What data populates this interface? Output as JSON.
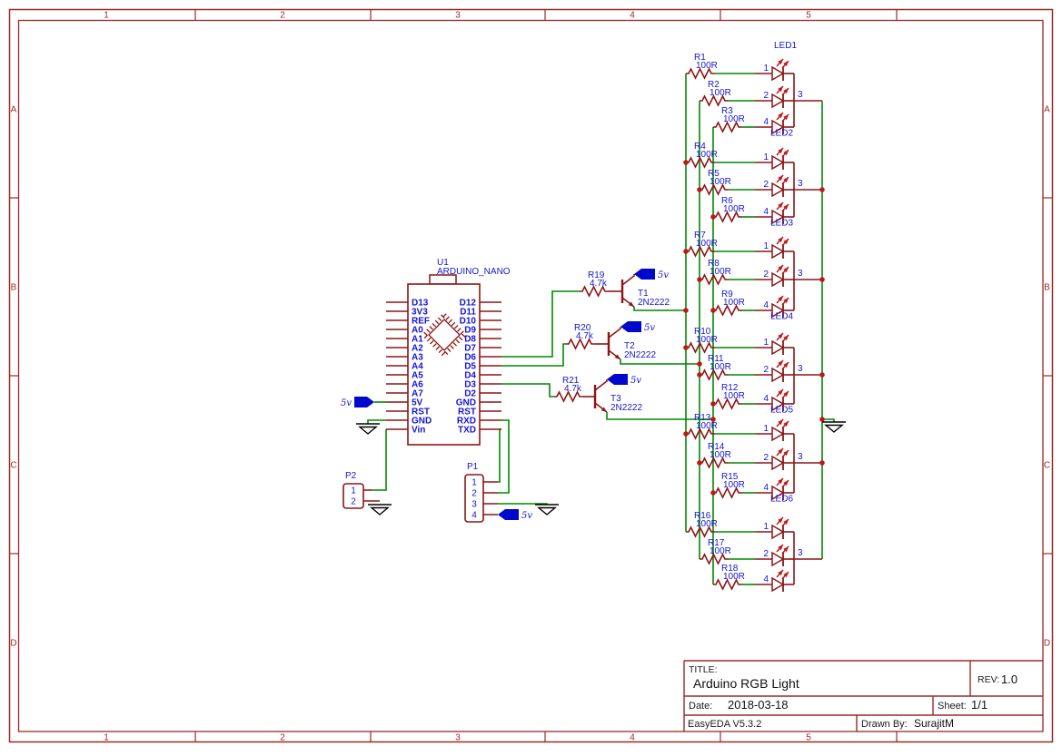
{
  "colors": {
    "wire": "#008800",
    "symbol": "#8b1616",
    "frame": "#9a2a2a",
    "label": "#1414d4",
    "junction": "#c01818",
    "arrow": "#c01818",
    "flag_fill": "#0008cc",
    "ground": "#000000",
    "title_text": "#111111"
  },
  "frame": {
    "columns": [
      "1",
      "2",
      "3",
      "4",
      "5"
    ],
    "rows": [
      "A",
      "B",
      "C",
      "D"
    ]
  },
  "title_block": {
    "title_label": "TITLE:",
    "title": "Arduino RGB Light",
    "rev_label": "REV:",
    "rev": "1.0",
    "date_label": "Date:",
    "date": "2018-03-18",
    "sheet_label": "Sheet:",
    "sheet": "1/1",
    "tool": "EasyEDA V5.3.2",
    "drawn_by_label": "Drawn By:",
    "drawn_by": "SurajitM"
  },
  "mcu": {
    "ref": "U1",
    "value": "ARDUINO_NANO",
    "left_pins": [
      "D13",
      "3V3",
      "REF",
      "A0",
      "A1",
      "A2",
      "A3",
      "A4",
      "A5",
      "A6",
      "A7",
      "5V",
      "RST",
      "GND",
      "Vin"
    ],
    "right_pins": [
      "D12",
      "D11",
      "D10",
      "D9",
      "D8",
      "D7",
      "D6",
      "D5",
      "D4",
      "D3",
      "D2",
      "GND",
      "RST",
      "RXD",
      "TXD"
    ]
  },
  "power_net": "5v",
  "driver_stages": [
    {
      "transistor_ref": "T1",
      "transistor_value": "2N2222",
      "resistor_ref": "R19",
      "resistor_value": "4.7k",
      "net": "5v"
    },
    {
      "transistor_ref": "T2",
      "transistor_value": "2N2222",
      "resistor_ref": "R20",
      "resistor_value": "4.7k",
      "net": "5v"
    },
    {
      "transistor_ref": "T3",
      "transistor_value": "2N2222",
      "resistor_ref": "R21",
      "resistor_value": "4.7k",
      "net": "5v"
    }
  ],
  "led_resistors": [
    {
      "ref": "R1",
      "value": "100R"
    },
    {
      "ref": "R2",
      "value": "100R"
    },
    {
      "ref": "R3",
      "value": "100R"
    },
    {
      "ref": "R4",
      "value": "100R"
    },
    {
      "ref": "R5",
      "value": "100R"
    },
    {
      "ref": "R6",
      "value": "100R"
    },
    {
      "ref": "R7",
      "value": "100R"
    },
    {
      "ref": "R8",
      "value": "100R"
    },
    {
      "ref": "R9",
      "value": "100R"
    },
    {
      "ref": "R10",
      "value": "100R"
    },
    {
      "ref": "R11",
      "value": "100R"
    },
    {
      "ref": "R12",
      "value": "100R"
    },
    {
      "ref": "R13",
      "value": "100R"
    },
    {
      "ref": "R14",
      "value": "100R"
    },
    {
      "ref": "R15",
      "value": "100R"
    },
    {
      "ref": "R16",
      "value": "100R"
    },
    {
      "ref": "R17",
      "value": "100R"
    },
    {
      "ref": "R18",
      "value": "100R"
    }
  ],
  "rgb_leds": {
    "refs": [
      "LED1",
      "LED2",
      "LED3",
      "LED4",
      "LED5",
      "LED6"
    ],
    "row_pin_numbers": [
      "1",
      "2",
      "4"
    ],
    "common_pin": "3"
  },
  "connectors": [
    {
      "ref": "P1",
      "pins": [
        "1",
        "2",
        "3",
        "4"
      ]
    },
    {
      "ref": "P2",
      "pins": [
        "1",
        "2"
      ]
    }
  ]
}
